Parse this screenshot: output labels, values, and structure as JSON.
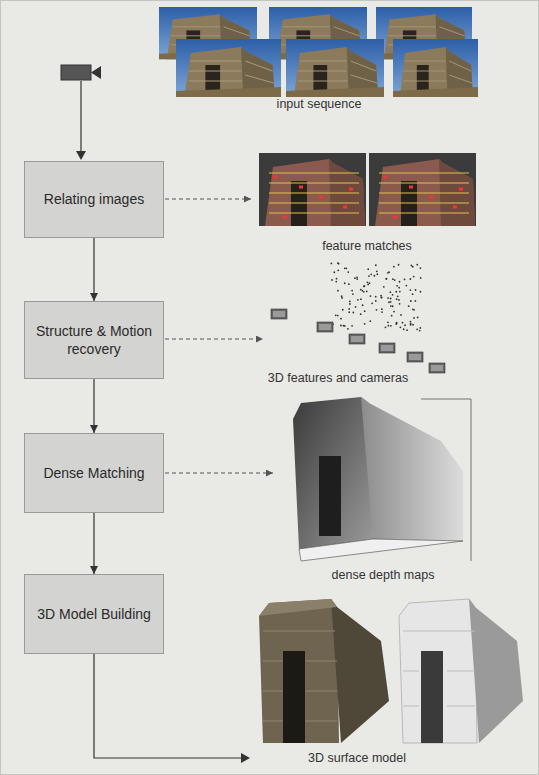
{
  "diagram": {
    "nodes": [
      {
        "text": [
          "Relating images"
        ]
      },
      {
        "text": [
          "Structure & Motion recovery"
        ]
      },
      {
        "text": [
          "Dense Matching"
        ]
      },
      {
        "text": [
          "3D Model Building"
        ]
      }
    ],
    "edges": [
      {
        "from": 0,
        "to": 1,
        "arrow": "to"
      },
      {
        "from": 1,
        "to": 2,
        "arrow": "to"
      },
      {
        "from": 2,
        "to": 3,
        "arrow": "to"
      }
    ],
    "labels": [
      "input sequence",
      "feature matches",
      "3D features and cameras",
      "dense depth maps",
      "3D surface model"
    ]
  }
}
